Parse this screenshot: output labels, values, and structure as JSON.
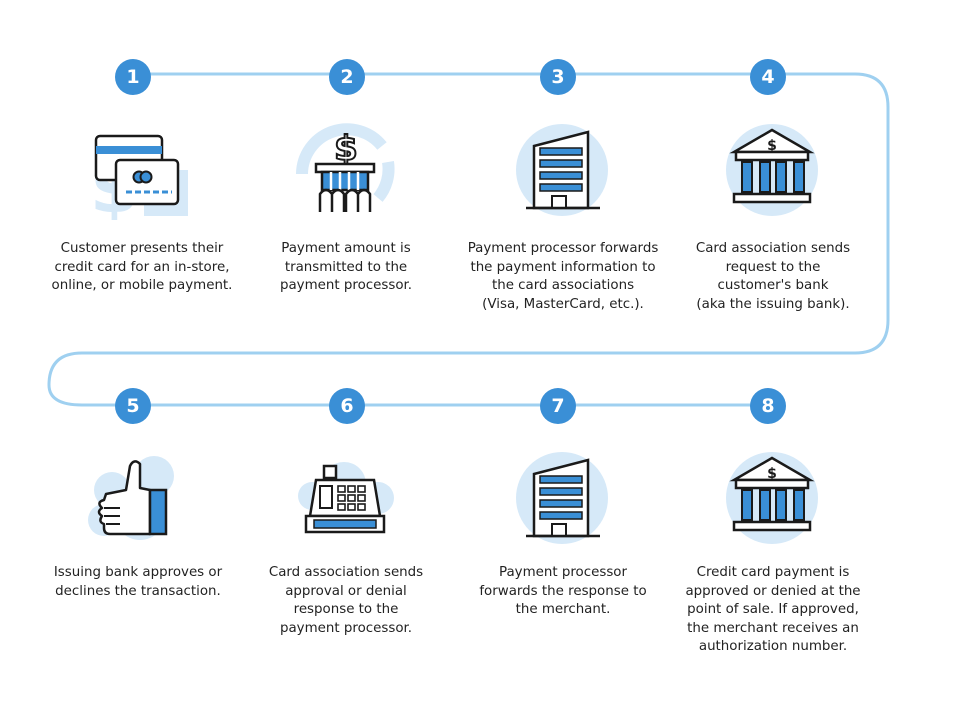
{
  "colors": {
    "accent": "#3a8fd6",
    "light_blue": "#d6e9f8",
    "connector": "#9fd0f0",
    "outline": "#1a1a1a"
  },
  "steps": [
    {
      "number": "1",
      "icon": "credit-cards-icon",
      "lines": [
        "Customer presents their",
        "credit card for an in-store,",
        "online, or mobile payment."
      ]
    },
    {
      "number": "2",
      "icon": "payment-terminal-icon",
      "lines": [
        "Payment amount is",
        "transmitted to the",
        "payment processor."
      ]
    },
    {
      "number": "3",
      "icon": "office-building-icon",
      "lines": [
        "Payment processor forwards",
        "the payment information to",
        "the card associations",
        "(Visa, MasterCard, etc.)."
      ]
    },
    {
      "number": "4",
      "icon": "bank-icon",
      "lines": [
        "Card association sends",
        "request to the",
        "customer's bank",
        "(aka the issuing bank)."
      ]
    },
    {
      "number": "5",
      "icon": "thumbs-up-icon",
      "lines": [
        "Issuing bank approves or",
        "declines the transaction."
      ]
    },
    {
      "number": "6",
      "icon": "cash-register-icon",
      "lines": [
        "Card association sends",
        "approval or denial",
        "response to the",
        "payment processor."
      ]
    },
    {
      "number": "7",
      "icon": "office-building-icon",
      "lines": [
        "Payment processor",
        "forwards the response to",
        "the merchant."
      ]
    },
    {
      "number": "8",
      "icon": "bank-icon",
      "lines": [
        "Credit card payment is",
        "approved or denied at the",
        "point of sale. If approved,",
        "the merchant receives an",
        "authorization number."
      ]
    }
  ]
}
